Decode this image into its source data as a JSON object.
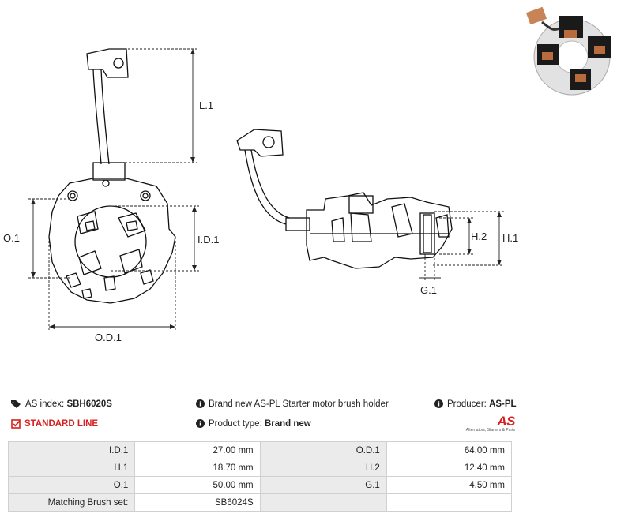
{
  "labels": {
    "L1": "L.1",
    "O1": "O.1",
    "ID1": "I.D.1",
    "OD1": "O.D.1",
    "H1": "H.1",
    "H2": "H.2",
    "G1": "G.1"
  },
  "info": {
    "as_index_label": "AS index:",
    "as_index_value": "SBH6020S",
    "standard_line": "STANDARD LINE",
    "description": "Brand new AS-PL Starter motor brush holder",
    "product_type_label": "Product type:",
    "product_type_value": "Brand new",
    "producer_label": "Producer:",
    "producer_value": "AS-PL"
  },
  "logo": {
    "mark": "AS",
    "tagline": "Alternators, Starters & Parts"
  },
  "specs": {
    "rows": [
      {
        "k1": "I.D.1",
        "v1": "27.00 mm",
        "k2": "O.D.1",
        "v2": "64.00 mm"
      },
      {
        "k1": "H.1",
        "v1": "18.70 mm",
        "k2": "H.2",
        "v2": "12.40 mm"
      },
      {
        "k1": "O.1",
        "v1": "50.00 mm",
        "k2": "G.1",
        "v2": "4.50 mm"
      },
      {
        "k1": "Matching Brush set:",
        "v1": "SB6024S",
        "k2": "",
        "v2": ""
      }
    ]
  },
  "colors": {
    "accent_red": "#d6201f",
    "table_key_bg": "#ebebeb",
    "table_border": "#d0d0d0"
  },
  "icons": [
    "tag-icon",
    "info-icon",
    "checkbox-icon"
  ]
}
